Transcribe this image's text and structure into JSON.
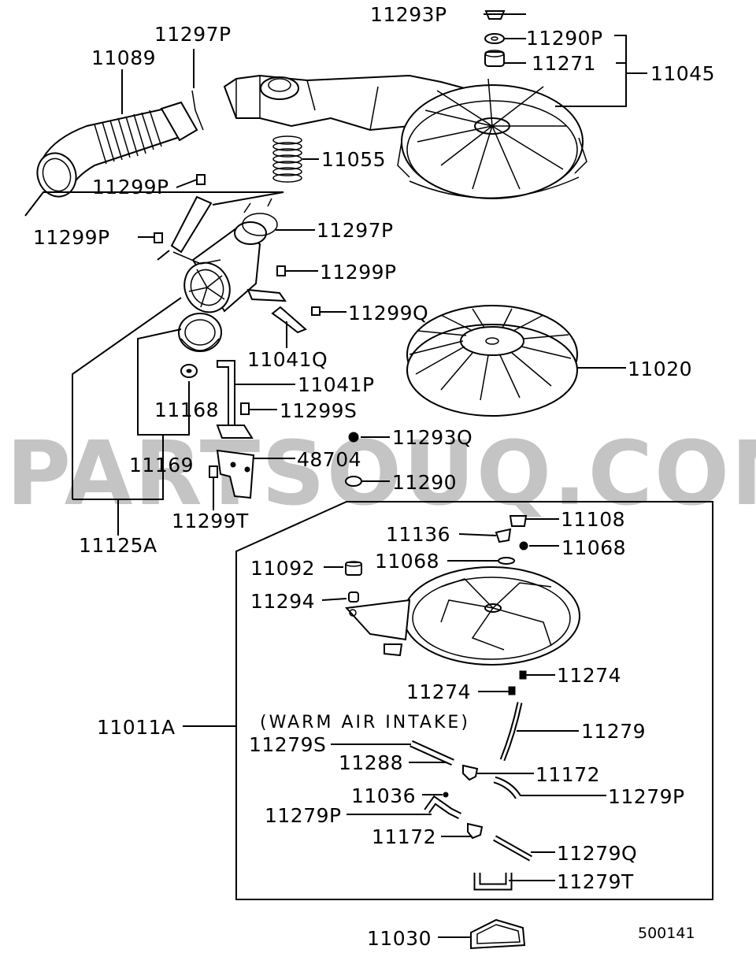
{
  "watermark": "PARTSOUQ.COM",
  "diagram_code": "500141",
  "note": "(WARM AIR INTAKE)",
  "parts": [
    {
      "id": "p11293P",
      "number": "11293P"
    },
    {
      "id": "p11290P",
      "number": "11290P"
    },
    {
      "id": "p11271",
      "number": "11271"
    },
    {
      "id": "p11045",
      "number": "11045"
    },
    {
      "id": "p11297P_top",
      "number": "11297P"
    },
    {
      "id": "p11089",
      "number": "11089"
    },
    {
      "id": "p11055",
      "number": "11055"
    },
    {
      "id": "p11299P_a",
      "number": "11299P"
    },
    {
      "id": "p11299P_b",
      "number": "11299P"
    },
    {
      "id": "p11297P_mid",
      "number": "11297P"
    },
    {
      "id": "p11299P_c",
      "number": "11299P"
    },
    {
      "id": "p11299Q",
      "number": "11299Q"
    },
    {
      "id": "p11041Q",
      "number": "11041Q"
    },
    {
      "id": "p11020",
      "number": "11020"
    },
    {
      "id": "p11041P",
      "number": "11041P"
    },
    {
      "id": "p11168",
      "number": "11168"
    },
    {
      "id": "p11299S",
      "number": "11299S"
    },
    {
      "id": "p11293Q",
      "number": "11293Q"
    },
    {
      "id": "p11169",
      "number": "11169"
    },
    {
      "id": "p48704",
      "number": "48704"
    },
    {
      "id": "p11290",
      "number": "11290"
    },
    {
      "id": "p11299T",
      "number": "11299T"
    },
    {
      "id": "p11125A",
      "number": "11125A"
    },
    {
      "id": "p11108",
      "number": "11108"
    },
    {
      "id": "p11136",
      "number": "11136"
    },
    {
      "id": "p11068_a",
      "number": "11068"
    },
    {
      "id": "p11092",
      "number": "11092"
    },
    {
      "id": "p11068_b",
      "number": "11068"
    },
    {
      "id": "p11294",
      "number": "11294"
    },
    {
      "id": "p11274_a",
      "number": "11274"
    },
    {
      "id": "p11274_b",
      "number": "11274"
    },
    {
      "id": "p11279",
      "number": "11279"
    },
    {
      "id": "p11011A",
      "number": "11011A"
    },
    {
      "id": "p11279S",
      "number": "11279S"
    },
    {
      "id": "p11288",
      "number": "11288"
    },
    {
      "id": "p11172_a",
      "number": "11172"
    },
    {
      "id": "p11279P_a",
      "number": "11279P"
    },
    {
      "id": "p11036",
      "number": "11036"
    },
    {
      "id": "p11279P_b",
      "number": "11279P"
    },
    {
      "id": "p11172_b",
      "number": "11172"
    },
    {
      "id": "p11279Q",
      "number": "11279Q"
    },
    {
      "id": "p11279T",
      "number": "11279T"
    },
    {
      "id": "p11030",
      "number": "11030"
    }
  ]
}
